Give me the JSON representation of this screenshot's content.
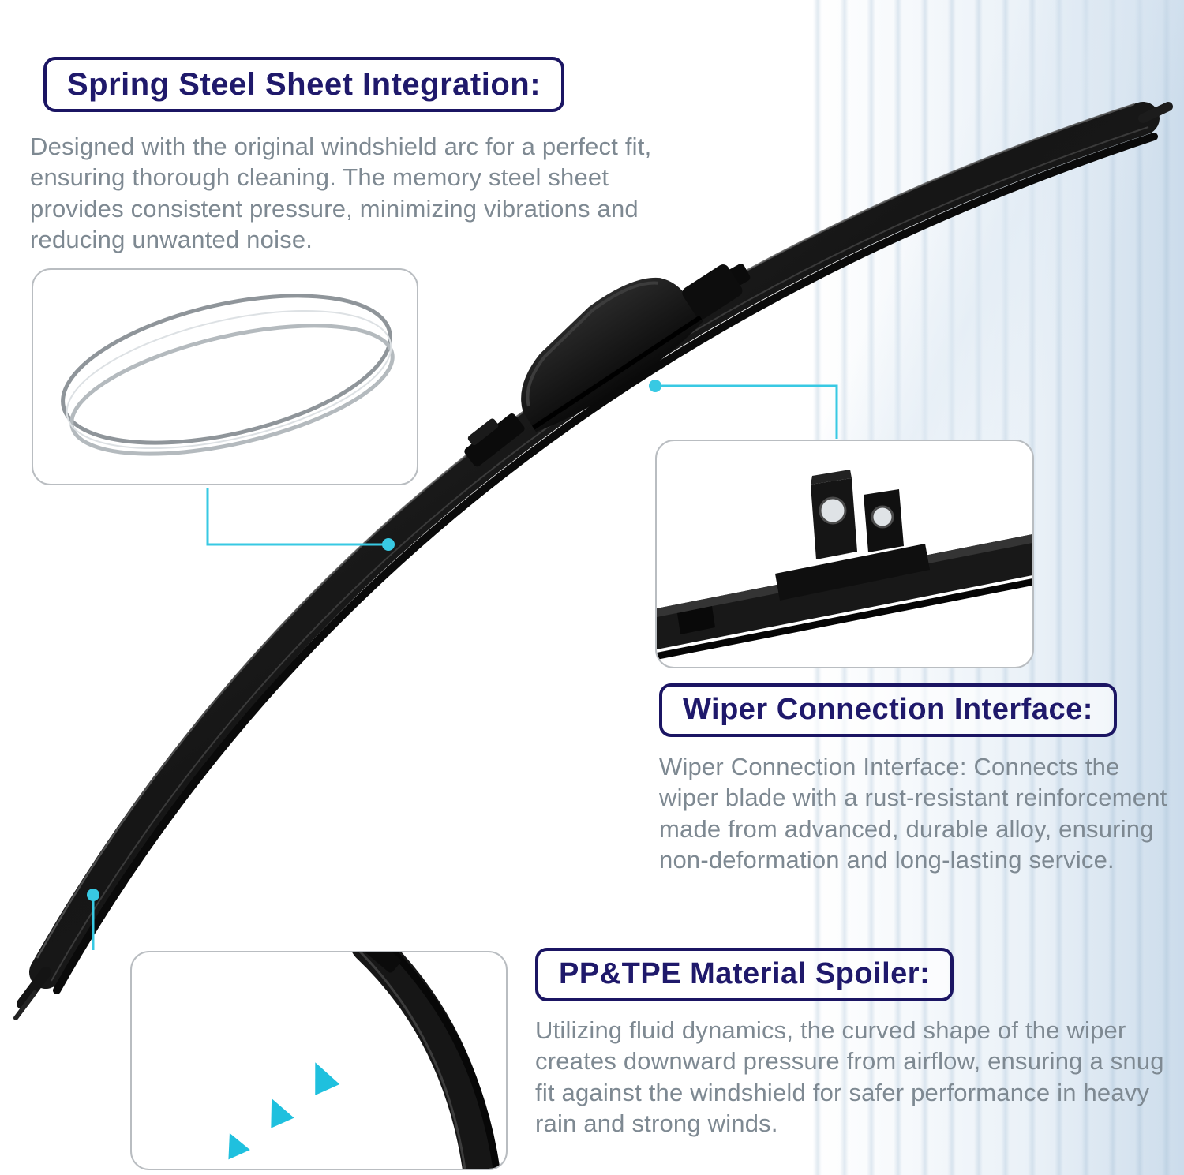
{
  "page": {
    "kind": "product-feature-infographic",
    "subject": "windshield wiper blade"
  },
  "colors": {
    "heading_navy": "#1f196b",
    "heading_border": "#1b1563",
    "body_gray": "#7e8992",
    "accent_cyan": "#38c9e3",
    "blade_black": "#141414",
    "inset_border_gray": "#b9bdc1",
    "streak_blue": "#cfdeec"
  },
  "callouts": {
    "spring_steel": {
      "title": "Spring Steel Sheet Integration:",
      "body": "Designed with the original windshield arc for a perfect fit, ensuring thorough cleaning. The memory steel sheet provides consistent pressure, minimizing vibrations and reducing unwanted noise."
    },
    "connection_interface": {
      "title": "Wiper Connection Interface:",
      "body": "Wiper Connection Interface: Connects the wiper blade with a rust-resistant reinforcement made from advanced, durable alloy, ensuring non-deformation and long-lasting service."
    },
    "spoiler": {
      "title": "PP&TPE Material Spoiler:",
      "body": "Utilizing fluid dynamics, the curved shape of the wiper creates downward pressure from airflow, ensuring a snug fit against the windshield for safer performance in heavy rain and strong winds."
    }
  },
  "illustrations": {
    "main": "curved-wiper-blade",
    "spring_steel_inset": "spring-steel-sheets",
    "connection_inset": "connector-bracket-with-holes",
    "spoiler_inset": "spoiler-airflow-arrows"
  }
}
